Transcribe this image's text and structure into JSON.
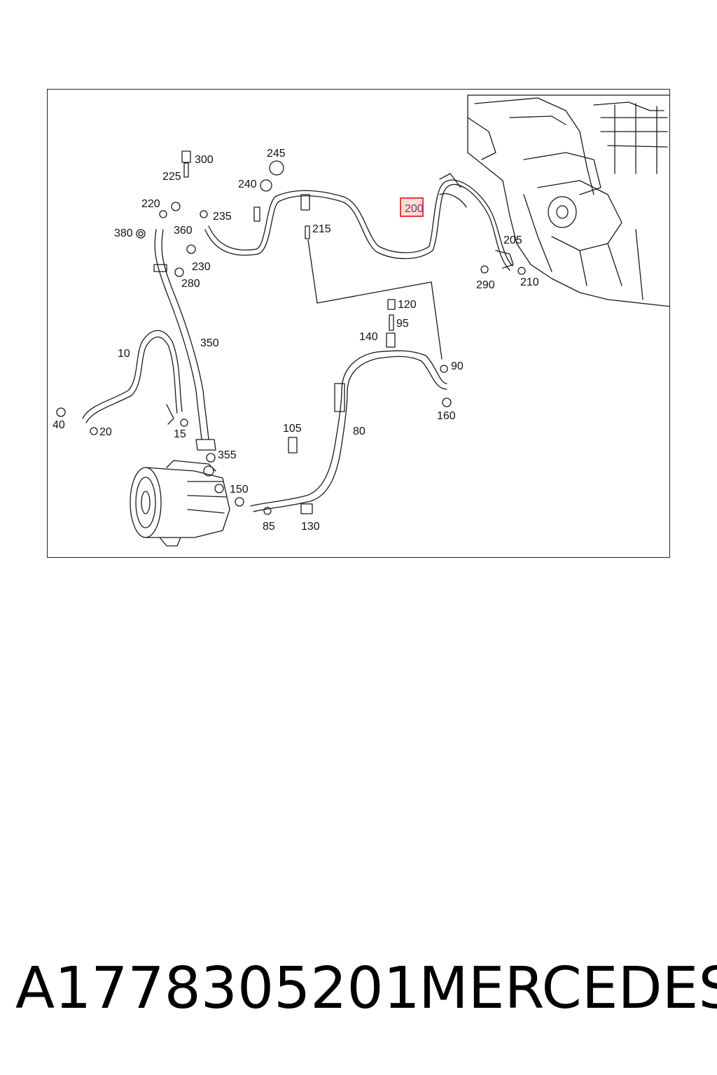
{
  "diagram": {
    "highlighted_part": "200",
    "labels": {
      "l300": "300",
      "l245": "245",
      "l225": "225",
      "l240": "240",
      "l220": "220",
      "l235": "235",
      "l215": "215",
      "l200": "200",
      "l380": "380",
      "l360": "360",
      "l230": "230",
      "l280": "280",
      "l205": "205",
      "l290": "290",
      "l210": "210",
      "l120": "120",
      "l95": "95",
      "l140": "140",
      "l90": "90",
      "l350": "350",
      "l10": "10",
      "l160": "160",
      "l40": "40",
      "l20": "20",
      "l15": "15",
      "l105": "105",
      "l80": "80",
      "l355": "355",
      "l150": "150",
      "l85": "85",
      "l130": "130"
    }
  },
  "footer": {
    "part_number": "A1778305201",
    "brand": "MERCEDES"
  },
  "colors": {
    "line": "#1a1a1a",
    "highlight_border": "#e23b3b",
    "highlight_fill": "#f6c9c9"
  }
}
